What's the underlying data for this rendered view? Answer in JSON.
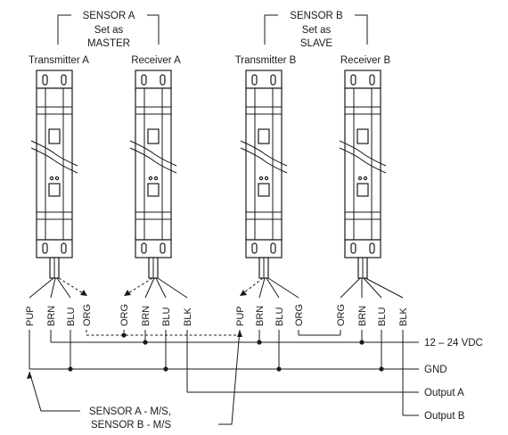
{
  "sensor_a": {
    "title": "SENSOR A",
    "line1": "Set as",
    "line2": "MASTER"
  },
  "sensor_b": {
    "title": "SENSOR B",
    "line1": "Set as",
    "line2": "SLAVE"
  },
  "devices": [
    {
      "label": "Transmitter A",
      "wires": [
        "PUP",
        "BRN",
        "ORG"
      ]
    },
    {
      "label": "Receiver A",
      "wires": [
        "ORG",
        "BRN",
        "BLU",
        "BLK"
      ]
    },
    {
      "label": "Transmitter B",
      "wires": [
        "PUP",
        "BRN",
        "BLU"
      ]
    },
    {
      "label": "Receiver B",
      "wires": [
        "ORG",
        "BRN",
        "BLU",
        "BLK"
      ]
    }
  ],
  "transmitter_a_blu": "BLU",
  "transmitter_b_org": "ORG",
  "rails": {
    "supply": "12 – 24 VDC",
    "gnd": "GND",
    "output_a": "Output A",
    "output_b": "Output B"
  },
  "pup_note": {
    "line1": "SENSOR A - M/S,",
    "line2": "SENSOR B - M/S"
  }
}
